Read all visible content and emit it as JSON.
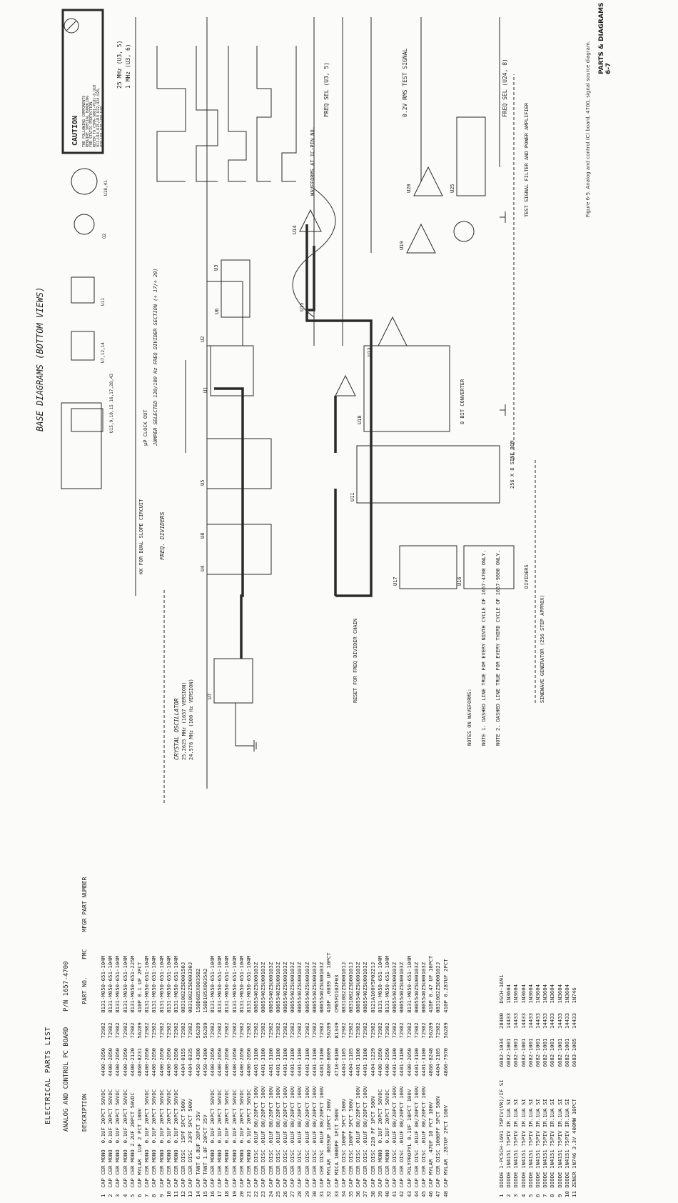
{
  "parts_list": {
    "title": "ELECTRICAL PARTS LIST",
    "board": "ANALOG AND CONTROL PC BOARD",
    "pn": "P/N 1657-4700",
    "header": "DESCRIPTION                          PART NO.     FMC     MFGR PART NUMBER",
    "rows": [
      "1  CAP CER MONO  0.1UF 20PCT 50VDC    4400-2050   72982   8131-M050-651-104M",
      "2  CAP CER MONO  0.1UF 20PCT 50VDC    4400-2050   72982   8131-M050-651-104M",
      "3  CAP CER MONO  0.1UF 20PCT 50VDC    4400-2050   72982   8131-M050-651-104M",
      "4  CAP CER MONO  0.1UF 20PCT 50VDC    4400-2050   72982   8131-M050-651-104M",
      "5  CAP CER MONO 2.2UF 20PCT 50VDC     4400-2120   72982   8131-M050-651-225M",
      "6  CAP MYLAR .1UF 2 PCT 100V          4860-8231   56289   410P 0.1 UF 2PCT",
      "7  CAP CER MONO  0.1UF 20PCT 50VDC    4400-2050   72982   8131-M050-651-104M",
      "8  CAP CER MONO  0.1UF 20PCT 50VDC    4400-2050   72982   8131-M050-651-104M",
      "9  CAP CER MONO  0.1UF 20PCT 50VDC    4400-2050   72982   8131-M050-651-104M",
      "10 CAP CER MONO  0.1UF 20PCT 50VDC    4400-2050   72982   8131-M050-651-104M",
      "11 CAP CER MONO  0.1UF 20PCT 50VDC    4400-2050   72982   8131-M050-651-104M",
      "12 CAP CER DISC  15PF 5PCT 500V       4404-0155   72982   0831082Z5D00150J",
      "13 CAP CER DISC  33PF 5PCT 500V       4404-0335   72982   0831082Z5D00330J",
      "14 CAP TANT 6.8UF 20PCT 35V           4450-4300   56289   150D685X0035B2",
      "15 CAP TANT 1.0F 20PCT 35V            4450-4300   56289   150D105X0035A2",
      "16 CAP CER MONO  0.1UF 20PCT 50VDC    4400-2050   72982   8131-M050-651-104M",
      "17 CAP CER MONO  0.1UF 20PCT 50VDC    4400-2050   72982   8131-M050-651-104M",
      "18 CAP CER MONO  0.1UF 20PCT 50VDC    4400-2050   72982   8131-M050-651-104M",
      "19 CAP CER MONO  0.1UF 20PCT 50VDC    4400-2050   72982   8131-M050-651-104M",
      "20 CAP CER MONO  0.1UF 20PCT 50VDC    4400-2050   72982   8131-M050-651-104M",
      "21 CAP CER MONO  0.1UF 20PCT 50VDC    4400-2050   72982   8131-M050-651-104M",
      "22 CAP CER DISC .01UF 80/20PCT 100V   4401-3100   72982   0805540Z5U00103Z",
      "23 CAP CER DISC .01UF 80/20PCT 100V   4401-3100   72982   0805540Z5U00103Z",
      "24 CAP CER DISC .01UF 80/20PCT 100V   4401-3100   72982   0805540Z5U00103Z",
      "25 CAP CER DISC .01UF 80/20PCT 100V   4401-3100   72982   0805540Z5U00103Z",
      "26 CAP CER DISC .01UF 80/20PCT 100V   4401-3100   72982   0805540Z5U00103Z",
      "27 CAP CER DISC .01UF 80/20PCT 100V   4401-3100   72982   0805540Z5U00103Z",
      "28 CAP CER DISC .01UF 80/20PCT 100V   4401-3100   72982   0805540Z5U00103Z",
      "29 CAP CER DISC .01UF 80/20PCT 100V   4401-3100   72982   0805540Z5U00103Z",
      "30 CAP CER DISC .01UF 80/20PCT 100V   4401-3100   72982   0805540Z5U00103Z",
      "31 CAP CER DISC .01UF 80/20PCT 100V   4401-3100   72982   0805540Z5U00103Z",
      "32 CAP MYLAR .0039UF 10PCT 200V       4860-8009   56289   410P .0039 UF 10PCT",
      "33 CAP MICA 1000PF 1PCT 500V          4710-0100   81349   CM05FD102F03",
      "34 CAP CER DISC 100PF 5PCT 500V       4404-1105   72982   0831082Z5D00101J",
      "35 CAP CER DISC 100PF 5PCT 500V       4404-1105   72982   0831082Z5D00101J",
      "36 CAP CER DISC .01UF 80/20PCT 100V   4401-3100   72982   0805540Z5U00103Z",
      "37 CAP CER DISC .01UF 80/20PCT 100V   4401-3100   72982   0805540Z5U00103Z",
      "38 CAP CER DISC 220 PF 1PCT 500V      4404-1229   72982   8121A100Y5P0221J",
      "39 CAP CER MONO  0.1UF 20PCT 50VDC    4400-2050   72982   8131-M050-651-104M",
      "40 CAP CER MONO  0.1UF 20PCT 50VDC    4400-2050   72982   8131-M050-651-104M",
      "41 CAP CER DISC .01UF 80/20PCT 100V   4401-3100   72982   0805540Z5U00103Z",
      "42 CAP CER DISC .01UF 80/20PCT 100V   4401-3100   72982   0805540Z5U00103Z",
      "43 CAP POLYPROPYL 0.1UF 10PCT 100V    4400-2050   72982   8131-M050-651-104M",
      "44 CAP CER DISC .01UF 80/20PCT 100V   4401-3100   72982   0805540Z5U00103Z",
      "45 CAP CER DISC .01UF 80/20PCT 100V   4401-3100   72982   0805540Z5U00103Z",
      "46 CAP MYLAR .47UF 10 PCT 100V        4860-8248   56289   410P 0.47 UF 10PCT",
      "47 CAP CER DISC 1000PF 5PCT 500V      4404-2105   72982   0831082Z5D00102J",
      "48 CAP MYLAR .287UF 2PCT 100V         4860-7970   56289   410P 0.287UF 2PCT"
    ],
    "rows2": [
      "1  DIODE 1-PC5CH-1691 75PIV(VR)/IF SI    6082-1034   28480   DSCH-1691",
      "2  DIODE 1N4151 75PIV IR.1UA SI          6082-1001   14433   1N3604",
      "3  DIODE 1N4151 75PIV IR.1UA SI          6082-1001   14433   1N3604",
      "4  DIODE 1N4151 75PIV IR.1UA SI          6082-1001   14433   1N3604",
      "5  DIODE 1N4151 75PIV IR.1UA SI          6082-1001   14433   1N3604",
      "6  DIODE 1N4151 75PIV IR.1UA SI          6082-1001   14433   1N3604",
      "7  DIODE 1N4151 75PIV IR.1UA SI          6082-1001   14433   1N3604",
      "8  DIODE 1N4151 75PIV IR.1UA SI          6082-1001   14433   1N3604",
      "9  DIODE 1N4151 75PIV IR.1UA SI          6082-1001   14433   1N3604",
      "10 DIODE 1N4151 75PIV IR.1UA SI          6082-1001   14433   1N3604",
      "11 ZENER 1N746 3.3V 400MW 10PCT          6083-1005   14433   1N746"
    ]
  },
  "diagram": {
    "title": "BASE DIAGRAMS (BOTTOM VIEWS)",
    "caution_title": "CAUTION",
    "caution_text": [
      "THE FOLLOWING COMPONENTS",
      "REQUIRE SPECIAL HANDLING",
      "FOR STATIC PROTECTION.",
      "REFER TO CSMA-SH01-P1U1-8,U10",
      "U11,U14,U15,U19-U22,U24-U26,",
      "U28,U31-U35,U38-U40"
    ],
    "section_labels": {
      "crystal": "CRYSTAL OSCILLATOR",
      "crystal_sub1": "25.2625 MHz (1657 VERSION)",
      "crystal_sub2": "24.576 MHz (100 Hz VERSION)",
      "freq_dividers": "FREQ. DIVIDERS",
      "dual_slope": "KK FOR DUAL SLOPE CIRCUIT",
      "clock_out": "µP CLOCK OUT",
      "jumper": "JUMPER SELECTED 120/100 Hz FREQ DIVIDER SECTION (÷ 17/÷ 20)",
      "waveforms": "WAVEFORMS AT IC-PIN NO.",
      "test_signal": "TEST SIGNAL FILTER AND POWER AMPLIFIER",
      "sinewave": "SINEWAVE GENERATOR (256 STEP APPROX)",
      "dividers": "DIVIDERS",
      "converter": "8 BIT CONVERTER",
      "freq_sel_top": "FREQ SEL (U3, 5)",
      "freq_sel_right": "FREQ SEL (U24, 8)",
      "mhz25": "25 MHz (U3, 5)",
      "mhz1": "1 MHz (U3, 6)",
      "test_amp": "0.2V RMS TEST SIGNAL",
      "reset": "RESET FOR FREQ DIVIDER CHAIN",
      "sine_rom": "256 X 8 SINE ROM",
      "notes": "NOTES ON WAVEFORMS:",
      "note1": "NOTE 1. DASHED LINE TRUE FOR EVERY NINTH CYCLE OF 1657-4700 ONLY.",
      "note2": "NOTE 2. DASHED LINE TRUE FOR EVERY THIRD CYCLE OF 1657-9800 ONLY."
    },
    "chip_labels": [
      "U15,9,10,15 16,17,28,43",
      "U7,12,14",
      "U11",
      "Q2",
      "U18,41"
    ],
    "ic_labels": [
      "U1",
      "U2",
      "U3",
      "U4",
      "U5",
      "U6",
      "U7",
      "U8",
      "U11",
      "U13",
      "U14",
      "U15",
      "U16",
      "U17",
      "U18",
      "U19",
      "U20",
      "U25"
    ],
    "figure_caption": "Figure 6-5. Analog and control (C) board, 4700, signal source diagram.",
    "page_label": "PARTS & DIAGRAMS 6-7"
  }
}
